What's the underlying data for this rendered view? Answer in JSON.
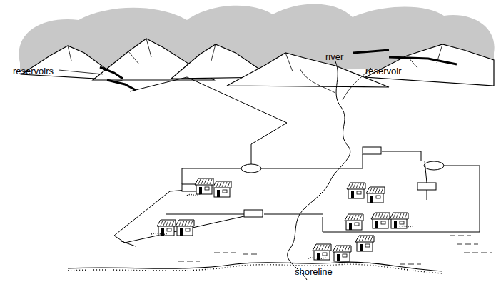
{
  "diagram": {
    "labels": [
      "reservoirs",
      "river",
      "reservoir",
      "shoreline"
    ]
  }
}
